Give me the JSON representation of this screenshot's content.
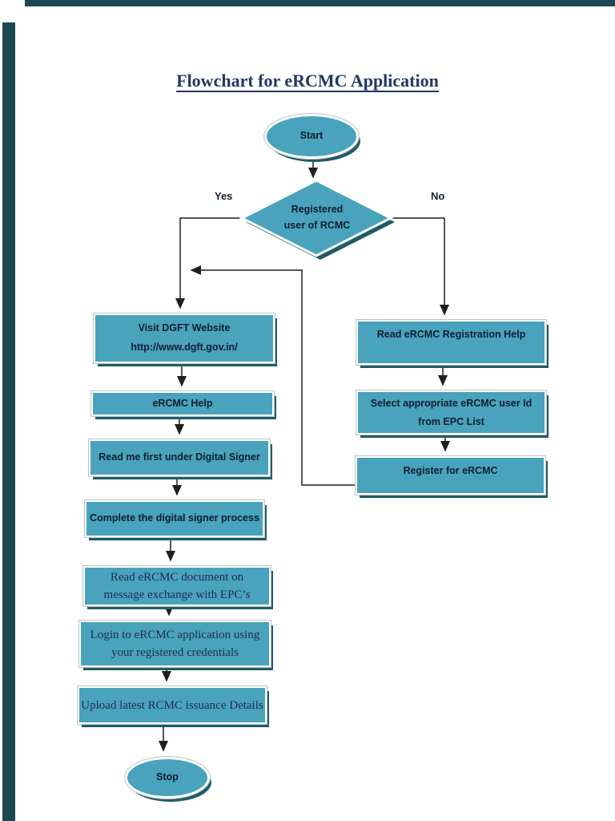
{
  "page": {
    "title": "Flowchart for eRCMC Application"
  },
  "flowchart": {
    "start": "Start",
    "decision": {
      "line1": "Registered",
      "line2": "user of RCMC"
    },
    "branch_yes": "Yes",
    "branch_no": "No",
    "left_steps": [
      {
        "line1": "Visit DGFT Website",
        "line2": "http://www.dgft.gov.in/"
      },
      {
        "line1": "eRCMC Help"
      },
      {
        "line1": "Read me first under Digital Signer"
      },
      {
        "line1": "Complete the digital signer process"
      },
      {
        "line1": "Read eRCMC document on",
        "line2": "message exchange with EPC’s"
      },
      {
        "line1": "Login to eRCMC application using",
        "line2": "your registered credentials"
      },
      {
        "line1": "Upload  latest RCMC issuance Details"
      }
    ],
    "right_steps": [
      {
        "line1": "Read eRCMC Registration Help"
      },
      {
        "line1": "Select appropriate eRCMC user Id",
        "line2": "from EPC List"
      },
      {
        "line1": "Register for eRCMC"
      }
    ],
    "stop": "Stop"
  },
  "colors": {
    "shape_fill": "#49a3bc",
    "shape_shadow": "#1e5b69",
    "ring_gray": "#c0c4c4",
    "line_color": "#1f1f1f",
    "sans_text": "#0f1e33",
    "serif_text": "#1f2d52",
    "title_color": "#1f3864",
    "border_bar": "#1b4a52"
  }
}
